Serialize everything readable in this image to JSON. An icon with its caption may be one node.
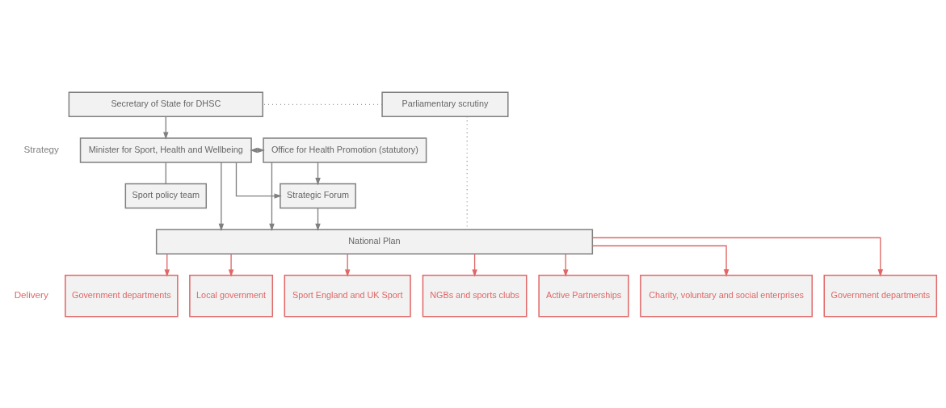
{
  "diagram": {
    "nodes": [
      {
        "text": [
          "Parliamentary scrutiny"
        ]
      },
      {
        "text": [
          "Secretary of State for DHSC"
        ]
      },
      {
        "text": [
          "Minister for Sport, Health and Wellbeing"
        ]
      },
      {
        "text": [
          "Office for Health Promotion (statutory)"
        ]
      },
      {
        "text": [
          "Sport policy team"
        ]
      },
      {
        "text": [
          "Strategic Forum"
        ]
      },
      {
        "text": [
          "National Plan"
        ]
      },
      {
        "text": [
          "Government departments"
        ]
      },
      {
        "text": [
          "Local government"
        ]
      },
      {
        "text": [
          "Sport England and UK Sport"
        ]
      },
      {
        "text": [
          "NGBs and sports clubs"
        ]
      },
      {
        "text": [
          "Active Partnerships"
        ]
      },
      {
        "text": [
          "Charity, voluntary and social enterprises"
        ]
      },
      {
        "text": [
          "Government departments"
        ]
      }
    ],
    "edges": [
      {
        "from": 0,
        "to": 1,
        "arrow": "none",
        "style": "dashed"
      },
      {
        "from": 1,
        "to": 2,
        "arrow": "to"
      },
      {
        "from": 2,
        "to": 3,
        "arrow": "both"
      },
      {
        "from": 2,
        "to": 4,
        "arrow": "none"
      },
      {
        "from": 2,
        "to": 5,
        "arrow": "to"
      },
      {
        "from": 3,
        "to": 5,
        "arrow": "to"
      },
      {
        "from": 2,
        "to": 6,
        "arrow": "to"
      },
      {
        "from": 5,
        "to": 6,
        "arrow": "to"
      },
      {
        "from": 3,
        "to": 6,
        "arrow": "to"
      },
      {
        "from": 0,
        "to": 6,
        "arrow": "none",
        "style": "dashed"
      },
      {
        "from": 6,
        "to": 7,
        "arrow": "to",
        "color": "#e06666"
      },
      {
        "from": 6,
        "to": 8,
        "arrow": "to",
        "color": "#e06666"
      },
      {
        "from": 6,
        "to": 9,
        "arrow": "to",
        "color": "#e06666"
      },
      {
        "from": 6,
        "to": 10,
        "arrow": "to",
        "color": "#e06666"
      },
      {
        "from": 6,
        "to": 11,
        "arrow": "to",
        "color": "#e06666"
      },
      {
        "from": 6,
        "to": 12,
        "arrow": "to",
        "color": "#e06666"
      },
      {
        "from": 6,
        "to": 13,
        "arrow": "to",
        "color": "#e06666"
      }
    ],
    "labels": [
      "Strategy",
      "Delivery"
    ]
  }
}
